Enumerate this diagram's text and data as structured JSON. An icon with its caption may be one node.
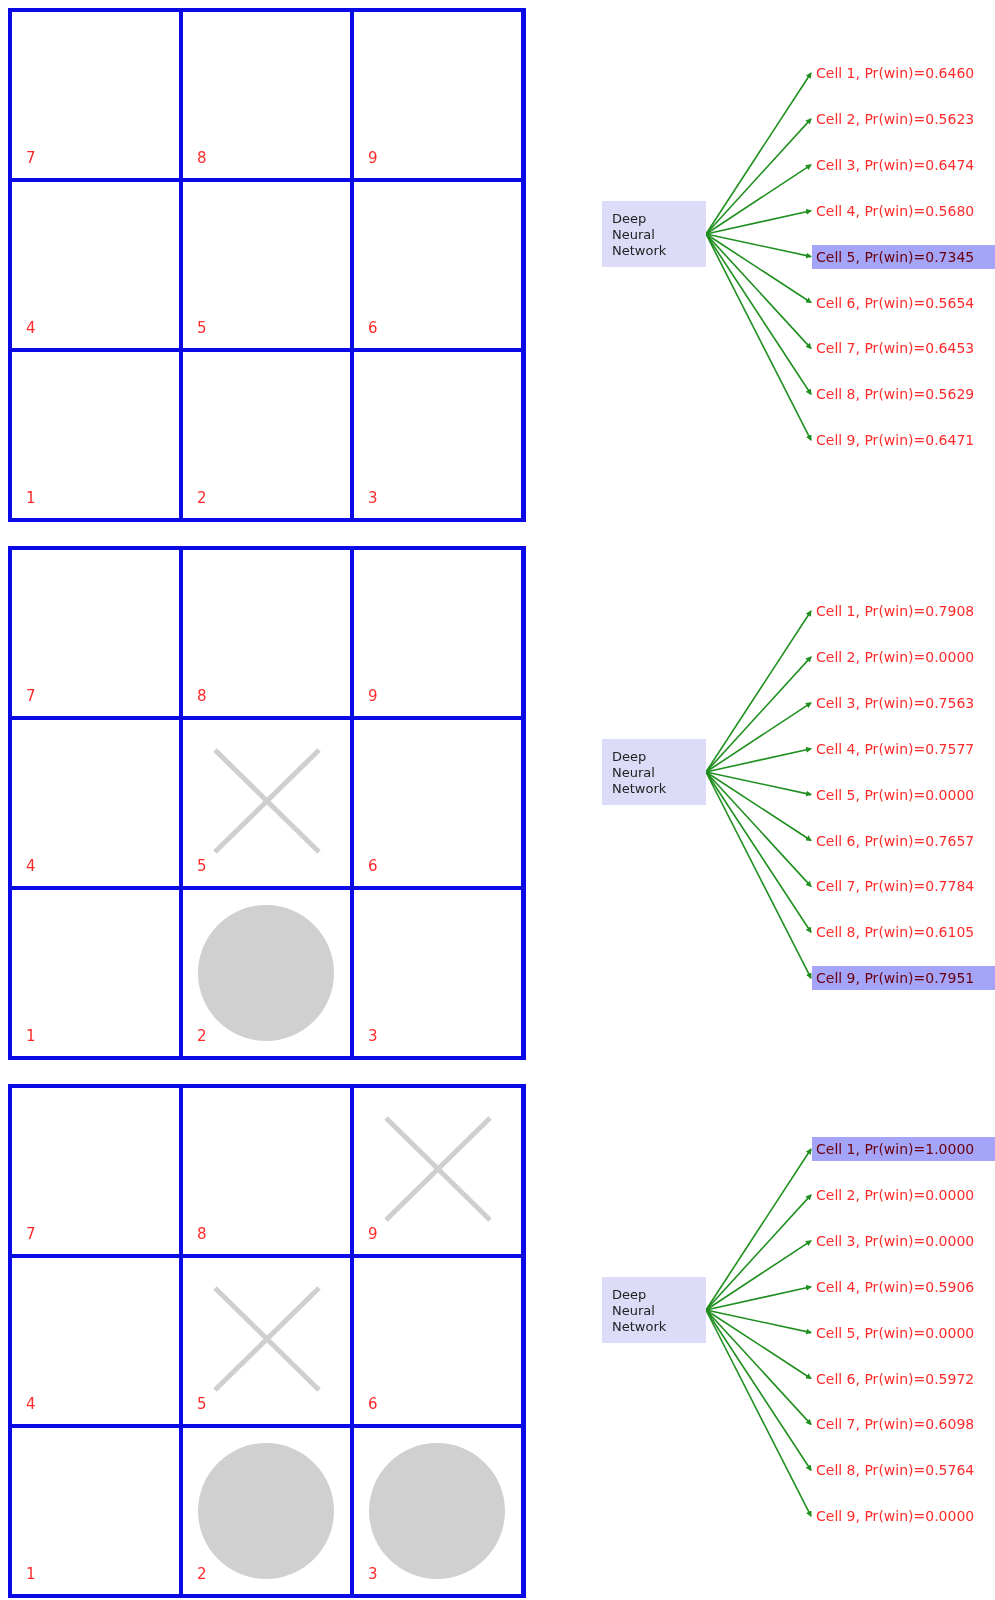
{
  "diagram": {
    "nodes": [
      {
        "text": [
          "7"
        ]
      },
      {
        "text": [
          "8"
        ]
      },
      {
        "text": [
          "9"
        ]
      },
      {
        "text": [
          "4"
        ]
      },
      {
        "text": [
          "5"
        ]
      },
      {
        "text": [
          "6"
        ]
      },
      {
        "text": [
          "1"
        ]
      },
      {
        "text": [
          "2"
        ]
      },
      {
        "text": [
          "3"
        ]
      },
      {
        "text": [
          "Deep Neural Network"
        ]
      },
      {
        "text": [
          "Cell 1, Pr(win)=0.6460"
        ]
      },
      {
        "text": [
          "Cell 2, Pr(win)=0.5623"
        ]
      },
      {
        "text": [
          "Cell 3, Pr(win)=0.6474"
        ]
      },
      {
        "text": [
          "Cell 4, Pr(win)=0.5680"
        ]
      },
      {
        "text": [
          "Cell 5, Pr(win)=0.7345"
        ]
      },
      {
        "text": [
          "Cell 6, Pr(win)=0.5654"
        ]
      },
      {
        "text": [
          "Cell 7, Pr(win)=0.6453"
        ]
      },
      {
        "text": [
          "Cell 8, Pr(win)=0.5629"
        ]
      },
      {
        "text": [
          "Cell 9, Pr(win)=0.6471"
        ]
      },
      {
        "text": [
          "7"
        ]
      },
      {
        "text": [
          "8"
        ]
      },
      {
        "text": [
          "9"
        ]
      },
      {
        "text": [
          "4"
        ]
      },
      {
        "text": [
          "5"
        ]
      },
      {
        "text": [
          "6"
        ]
      },
      {
        "text": [
          "1"
        ]
      },
      {
        "text": [
          "2"
        ]
      },
      {
        "text": [
          "3"
        ]
      },
      {
        "text": [],
        "shape": "cross",
        "in": 23
      },
      {
        "text": [],
        "shape": "circle",
        "in": 26
      },
      {
        "text": [
          "Deep Neural Network"
        ]
      },
      {
        "text": [
          "Cell 1, Pr(win)=0.7908"
        ]
      },
      {
        "text": [
          "Cell 2, Pr(win)=0.0000"
        ]
      },
      {
        "text": [
          "Cell 3, Pr(win)=0.7563"
        ]
      },
      {
        "text": [
          "Cell 4, Pr(win)=0.7577"
        ]
      },
      {
        "text": [
          "Cell 5, Pr(win)=0.0000"
        ]
      },
      {
        "text": [
          "Cell 6, Pr(win)=0.7657"
        ]
      },
      {
        "text": [
          "Cell 7, Pr(win)=0.7784"
        ]
      },
      {
        "text": [
          "Cell 8, Pr(win)=0.6105"
        ]
      },
      {
        "text": [
          "Cell 9, Pr(win)=0.7951"
        ]
      },
      {
        "text": [
          "7"
        ]
      },
      {
        "text": [
          "8"
        ]
      },
      {
        "text": [
          "9"
        ]
      },
      {
        "text": [
          "4"
        ]
      },
      {
        "text": [
          "5"
        ]
      },
      {
        "text": [
          "6"
        ]
      },
      {
        "text": [
          "1"
        ]
      },
      {
        "text": [
          "2"
        ]
      },
      {
        "text": [
          "3"
        ]
      },
      {
        "text": [],
        "shape": "cross",
        "in": 42
      },
      {
        "text": [],
        "shape": "cross",
        "in": 44
      },
      {
        "text": [],
        "shape": "circle",
        "in": 47
      },
      {
        "text": [],
        "shape": "circle",
        "in": 48
      },
      {
        "text": [
          "Deep Neural Network"
        ]
      },
      {
        "text": [
          "Cell 1, Pr(win)=1.0000"
        ]
      },
      {
        "text": [
          "Cell 2, Pr(win)=0.0000"
        ]
      },
      {
        "text": [
          "Cell 3, Pr(win)=0.0000"
        ]
      },
      {
        "text": [
          "Cell 4, Pr(win)=0.5906"
        ]
      },
      {
        "text": [
          "Cell 5, Pr(win)=0.0000"
        ]
      },
      {
        "text": [
          "Cell 6, Pr(win)=0.5972"
        ]
      },
      {
        "text": [
          "Cell 7, Pr(win)=0.6098"
        ]
      },
      {
        "text": [
          "Cell 8, Pr(win)=0.5764"
        ]
      },
      {
        "text": [
          "Cell 9, Pr(win)=0.0000"
        ]
      }
    ],
    "edges": [
      {
        "from": 9,
        "to": 10,
        "arrow": "to"
      },
      {
        "from": 9,
        "to": 11,
        "arrow": "to"
      },
      {
        "from": 9,
        "to": 12,
        "arrow": "to"
      },
      {
        "from": 9,
        "to": 13,
        "arrow": "to"
      },
      {
        "from": 9,
        "to": 14,
        "arrow": "to"
      },
      {
        "from": 9,
        "to": 15,
        "arrow": "to"
      },
      {
        "from": 9,
        "to": 16,
        "arrow": "to"
      },
      {
        "from": 9,
        "to": 17,
        "arrow": "to"
      },
      {
        "from": 9,
        "to": 18,
        "arrow": "to"
      },
      {
        "from": 30,
        "to": 31,
        "arrow": "to"
      },
      {
        "from": 30,
        "to": 32,
        "arrow": "to"
      },
      {
        "from": 30,
        "to": 33,
        "arrow": "to"
      },
      {
        "from": 30,
        "to": 34,
        "arrow": "to"
      },
      {
        "from": 30,
        "to": 35,
        "arrow": "to"
      },
      {
        "from": 30,
        "to": 36,
        "arrow": "to"
      },
      {
        "from": 30,
        "to": 37,
        "arrow": "to"
      },
      {
        "from": 30,
        "to": 38,
        "arrow": "to"
      },
      {
        "from": 30,
        "to": 39,
        "arrow": "to"
      },
      {
        "from": 53,
        "to": 54,
        "arrow": "to"
      },
      {
        "from": 53,
        "to": 55,
        "arrow": "to"
      },
      {
        "from": 53,
        "to": 56,
        "arrow": "to"
      },
      {
        "from": 53,
        "to": 57,
        "arrow": "to"
      },
      {
        "from": 53,
        "to": 58,
        "arrow": "to"
      },
      {
        "from": 53,
        "to": 59,
        "arrow": "to"
      },
      {
        "from": 53,
        "to": 60,
        "arrow": "to"
      },
      {
        "from": 53,
        "to": 61,
        "arrow": "to"
      },
      {
        "from": 53,
        "to": 62,
        "arrow": "to"
      }
    ]
  }
}
